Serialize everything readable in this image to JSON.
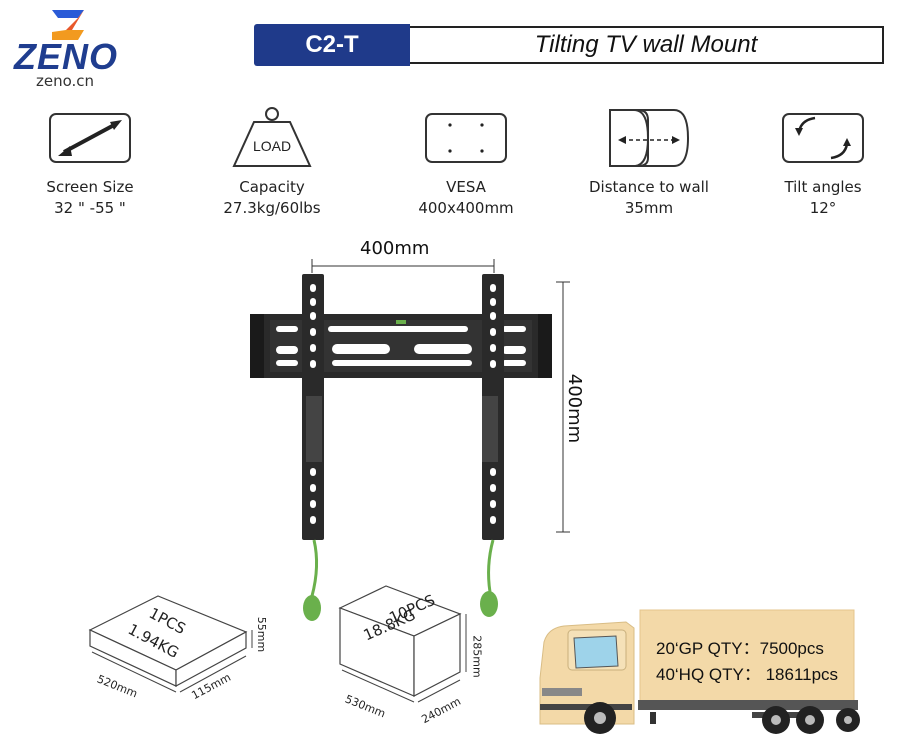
{
  "brand": {
    "name": "ZENO",
    "url": "zeno.cn"
  },
  "header": {
    "model": "C2-T",
    "title": "Tilting TV wall Mount"
  },
  "specs": [
    {
      "icon": "screen-size-icon",
      "label": "Screen Size",
      "value": "32 \" -55 \""
    },
    {
      "icon": "load-weight-icon",
      "label": "Capacity",
      "value": "27.3kg/60lbs",
      "icon_text": "LOAD"
    },
    {
      "icon": "vesa-icon",
      "label": "VESA",
      "value": "400x400mm"
    },
    {
      "icon": "distance-icon",
      "label": "Distance to wall",
      "value": "35mm"
    },
    {
      "icon": "tilt-icon",
      "label": "Tilt angles",
      "value": "12°"
    }
  ],
  "mount": {
    "width_label": "400mm",
    "height_label": "400mm"
  },
  "packages": {
    "single": {
      "qty": "1PCS",
      "weight": "1.94KG",
      "length": "520mm",
      "width": "115mm",
      "height": "55mm"
    },
    "carton": {
      "qty": "10PCS",
      "weight": "18.8KG",
      "length": "530mm",
      "width": "240mm",
      "height": "285mm"
    }
  },
  "shipping": {
    "gp20": "20‘GP QTY：7500pcs",
    "hq40": "40‘HQ QTY： 18611pcs"
  },
  "colors": {
    "brand_blue": "#1f3a8a",
    "mount_black": "#2a2a2a",
    "cord_green": "#6ab04c",
    "truck_beige": "#f3d9a8"
  }
}
